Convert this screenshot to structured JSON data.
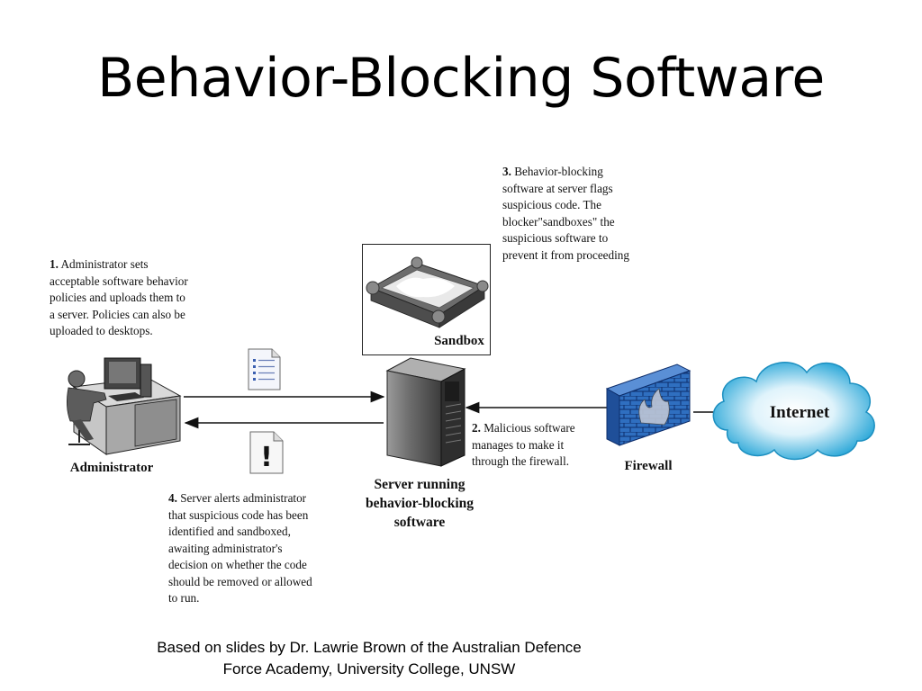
{
  "slide": {
    "title": "Behavior-Blocking Software",
    "footer_line1": "Based on slides by Dr. Lawrie Brown of the Australian Defence",
    "footer_line2": "Force Academy, University College, UNSW"
  },
  "diagram": {
    "nodes": {
      "administrator": "Administrator",
      "server_line1": "Server running",
      "server_line2": "behavior-blocking",
      "server_line3": "software",
      "sandbox": "Sandbox",
      "firewall": "Firewall",
      "internet": "Internet"
    },
    "steps": {
      "step1": {
        "num": "1.",
        "lines": [
          " Administrator sets",
          "acceptable software behavior",
          "policies and uploads them to",
          "a server. Policies can also be",
          "uploaded to desktops."
        ]
      },
      "step2": {
        "num": "2.",
        "lines": [
          " Malicious software",
          "manages to make it",
          "through the firewall."
        ]
      },
      "step3": {
        "num": "3.",
        "lines": [
          " Behavior-blocking",
          "software at server flags",
          "suspicious code. The",
          "blocker\"sandboxes\" the",
          "suspicious software to",
          "prevent it from proceeding"
        ]
      },
      "step4": {
        "num": "4.",
        "lines": [
          " Server alerts administrator",
          "that suspicious code has been",
          "identified and sandboxed,",
          "awaiting administrator's",
          "decision on whether the code",
          "should be removed or allowed",
          "to run."
        ]
      }
    },
    "icons": {
      "alert_glyph": "!"
    },
    "colors": {
      "cloud_light": "#ffffff",
      "cloud_dark": "#2aa7d8",
      "firewall_brick": "#2f6fc0",
      "server_body": "#6b6b6b",
      "desk": "#bdbdbd"
    }
  }
}
